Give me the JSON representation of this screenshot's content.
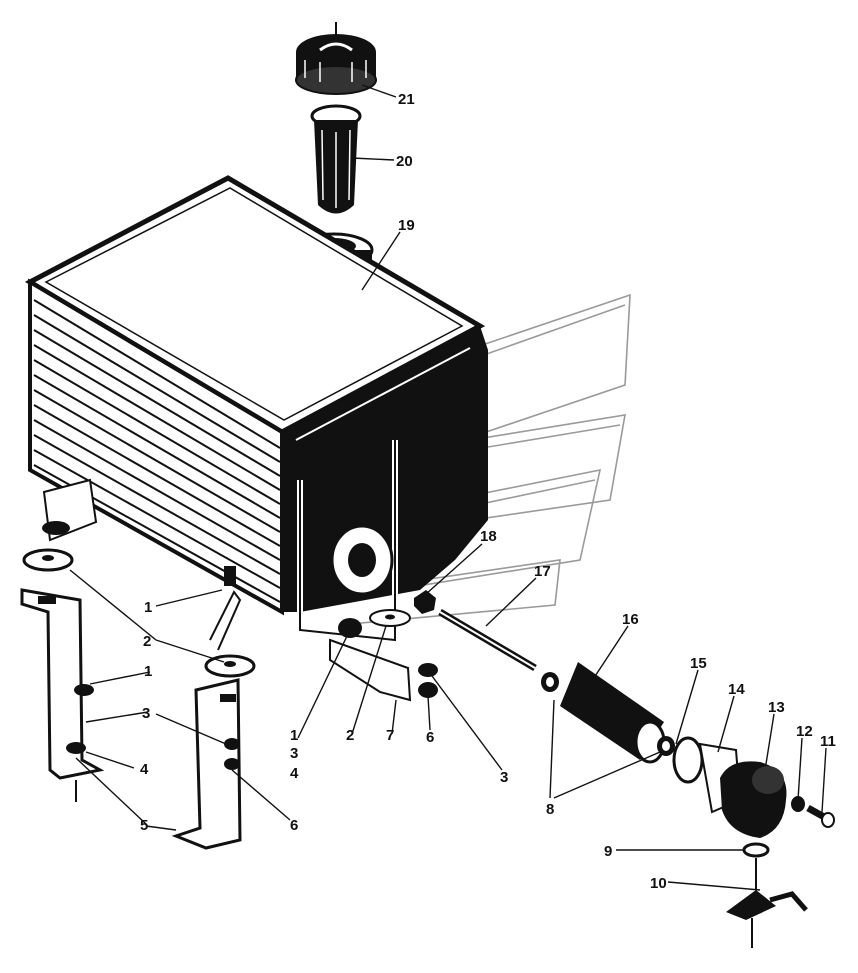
{
  "callouts": {
    "n1": "1",
    "n2": "2",
    "n3": "3",
    "n4": "4",
    "n5": "5",
    "n6": "6",
    "n7": "7",
    "n8": "8",
    "n9": "9",
    "n10": "10",
    "n11": "11",
    "n12": "12",
    "n13": "13",
    "n14": "14",
    "n15": "15",
    "n16": "16",
    "n17": "17",
    "n18": "18",
    "n19": "19",
    "n20": "20",
    "n21": "21"
  },
  "colors": {
    "ink": "#111111",
    "paper": "#ffffff",
    "watermark": "#9a9a9a"
  }
}
